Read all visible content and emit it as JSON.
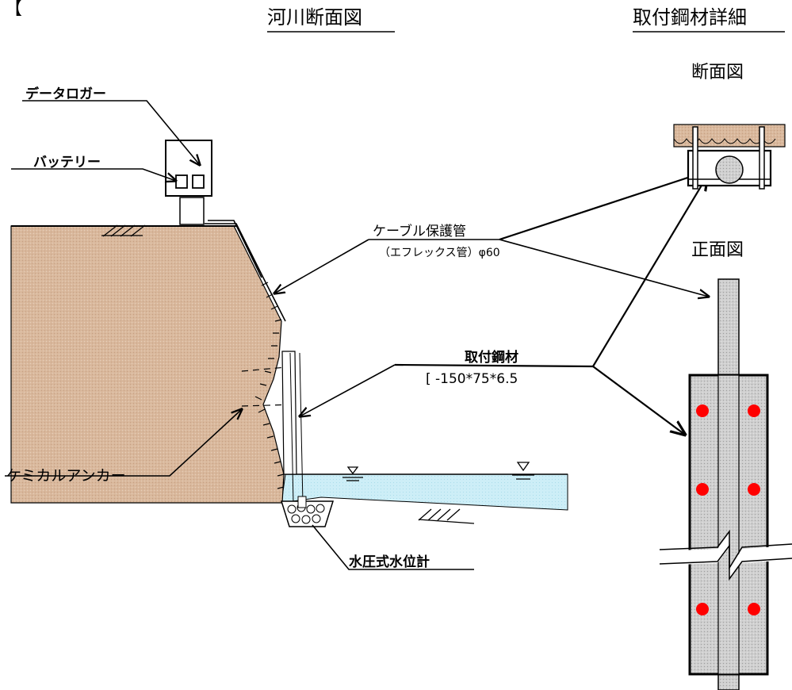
{
  "header_fragment": "【",
  "titles": {
    "river_section": "河川断面図",
    "bracket_detail": "取付鋼材詳細",
    "cross_section": "断面図",
    "front_view": "正面図"
  },
  "labels": {
    "data_logger": "データロガー",
    "battery": "バッテリー",
    "cable_pipe": "ケーブル保護管",
    "cable_pipe_spec": "（エフレックス管）φ60",
    "bracket_steel": "取付鋼材",
    "bracket_spec": "[ -150*75*6.5",
    "chemical_anchor": "ケミカルアンカー",
    "water_gauge": "水圧式水位計"
  },
  "colors": {
    "soil": "#d9b89c",
    "water": "#cdeef7",
    "steel": "#c8c8c8",
    "bolt": "#ff0000"
  }
}
